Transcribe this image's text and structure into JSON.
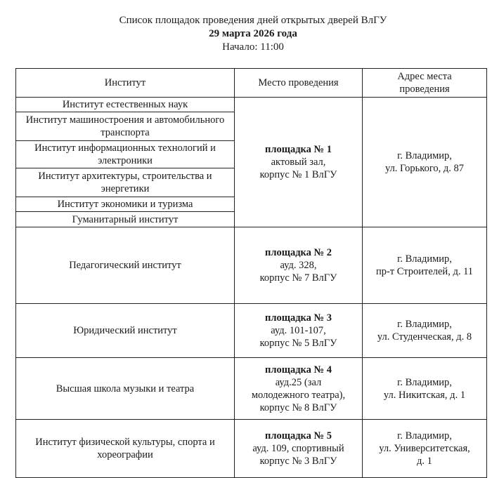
{
  "header": {
    "line1": "Список площадок проведения дней открытых дверей ВлГУ",
    "line2": "29 марта 2026 года",
    "line3": "Начало: 11:00"
  },
  "table": {
    "columns": [
      "Институт",
      "Место проведения",
      "Адрес места проведения"
    ],
    "venue1": {
      "institutes": [
        "Институт естественных наук",
        "Институт машиностроения и автомобильного транспорта",
        "Институт информационных технологий и электроники",
        "Институт архитектуры, строительства и энергетики",
        "Институт экономики и туризма",
        "Гуманитарный институт"
      ],
      "place_title": "площадка № 1",
      "place_lines": [
        "актовый зал,",
        "корпус № 1 ВлГУ"
      ],
      "address_lines": [
        "г. Владимир,",
        "ул. Горького, д. 87"
      ]
    },
    "venue2": {
      "institute": "Педагогический институт",
      "place_title": "площадка № 2",
      "place_lines": [
        "ауд. 328,",
        "корпус № 7 ВлГУ"
      ],
      "address_lines": [
        "г. Владимир,",
        "пр-т Строителей, д. 11"
      ]
    },
    "venue3": {
      "institute": "Юридический институт",
      "place_title": "площадка № 3",
      "place_lines": [
        "ауд. 101-107,",
        "корпус № 5 ВлГУ"
      ],
      "address_lines": [
        "г. Владимир,",
        "ул. Студенческая, д. 8"
      ]
    },
    "venue4": {
      "institute": "Высшая школа музыки и театра",
      "place_title": "площадка № 4",
      "place_lines": [
        "ауд.25 (зал",
        "молодежного театра),",
        "корпус № 8 ВлГУ"
      ],
      "address_lines": [
        "г. Владимир,",
        "ул. Никитская, д. 1"
      ]
    },
    "venue5": {
      "institute": "Институт физической культуры, спорта и хореографии",
      "place_title": "площадка № 5",
      "place_lines": [
        "ауд. 109, спортивный",
        "корпус № 3 ВлГУ"
      ],
      "address_lines": [
        "г. Владимир,",
        "ул. Университетская,",
        "д. 1"
      ]
    }
  }
}
